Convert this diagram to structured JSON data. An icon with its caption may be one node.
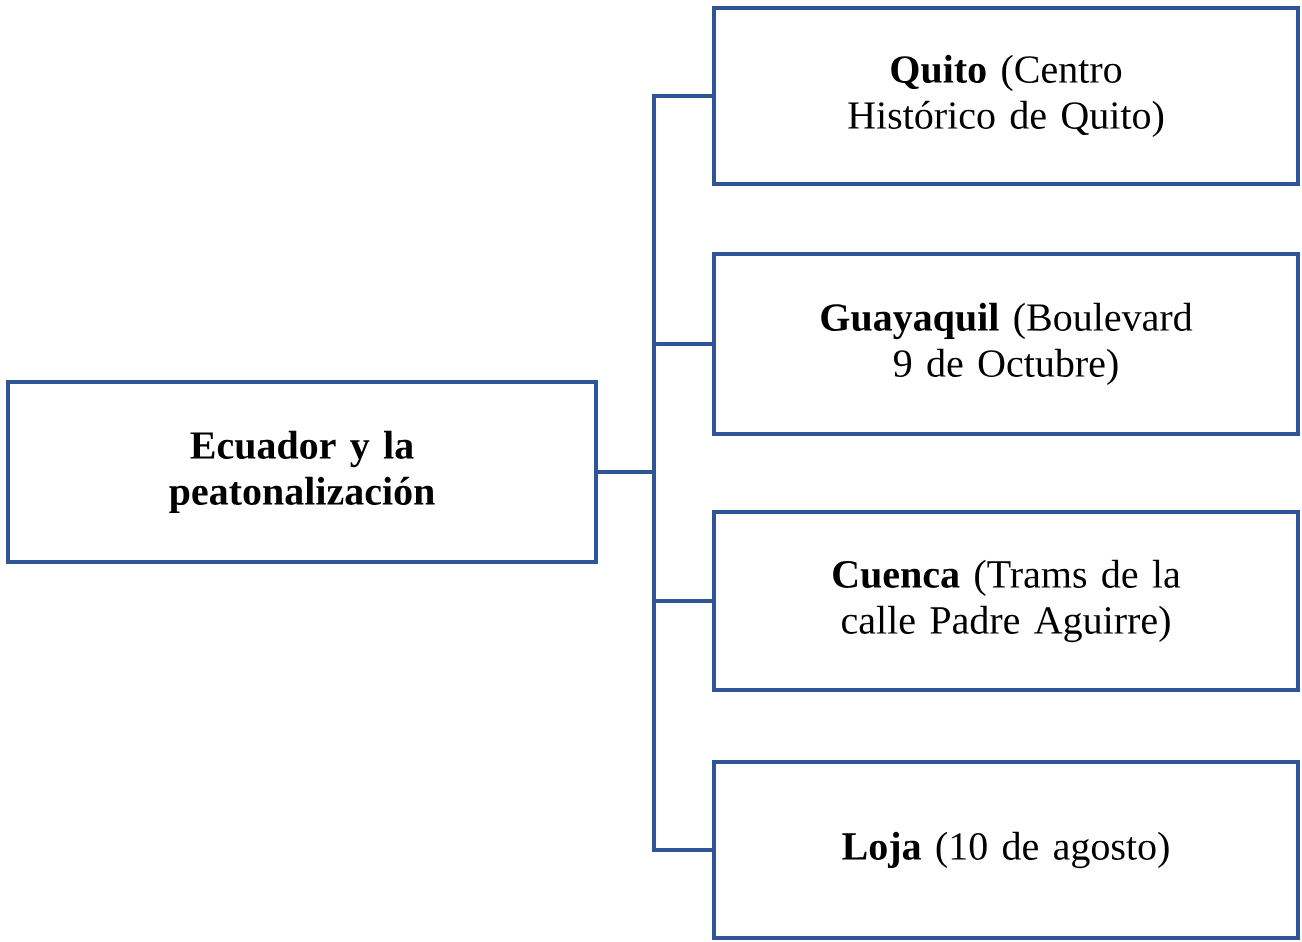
{
  "diagram": {
    "nodes": [
      {
        "text": [
          "Ecuador y la peatonalización"
        ]
      },
      {
        "text": [
          "**Quito** (Centro Histórico de Quito)"
        ]
      },
      {
        "text": [
          "**Guayaquil** (Boulevard 9 de Octubre)"
        ]
      },
      {
        "text": [
          "**Cuenca** (Trams de la calle Padre Aguirre)"
        ]
      },
      {
        "text": [
          "**Loja** (10 de agosto)"
        ]
      }
    ],
    "edges": [
      {
        "from": 0,
        "to": 1,
        "arrow": "none"
      },
      {
        "from": 0,
        "to": 2,
        "arrow": "none"
      },
      {
        "from": 0,
        "to": 3,
        "arrow": "none"
      },
      {
        "from": 0,
        "to": 4,
        "arrow": "none"
      }
    ]
  }
}
